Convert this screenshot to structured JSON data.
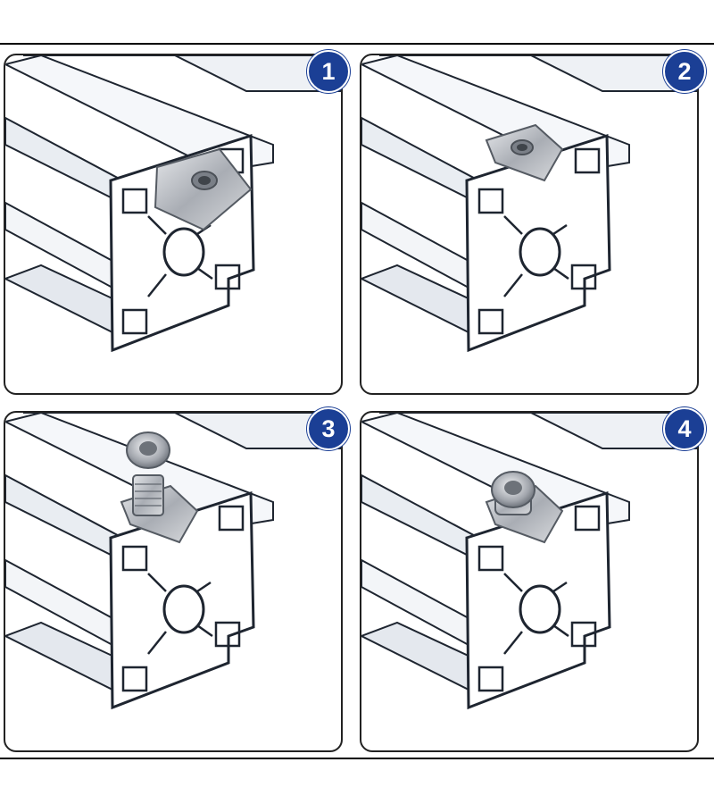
{
  "steps": [
    {
      "number": "1",
      "action": "insert-tnut"
    },
    {
      "number": "2",
      "action": "slide-tnut"
    },
    {
      "number": "3",
      "action": "insert-bolt"
    },
    {
      "number": "4",
      "action": "tighten-bolt"
    }
  ],
  "colors": {
    "badge": "#1b3f95",
    "profile_fill": "#f2f4f7",
    "profile_stroke": "#1e2530",
    "metal": "#b9bcc2"
  }
}
